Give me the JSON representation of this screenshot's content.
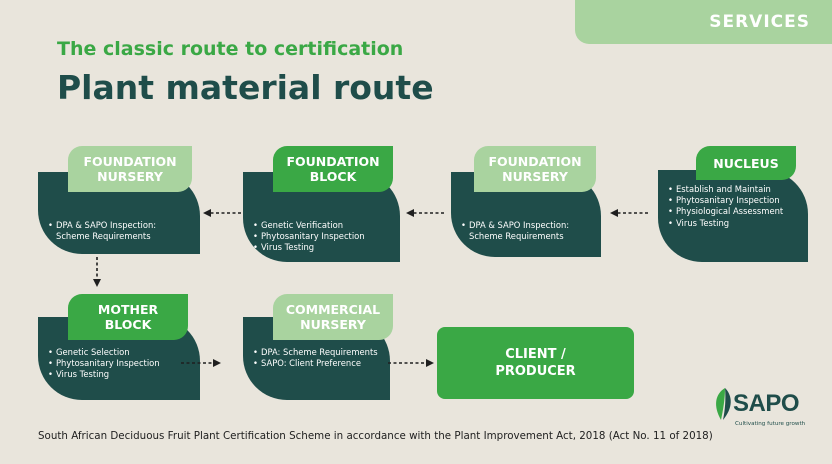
{
  "header": {
    "tab_label": "SERVICES",
    "subtitle": "The classic route to certification",
    "title": "Plant material route"
  },
  "nodes": {
    "foundation_nursery_1": {
      "label_line1": "FOUNDATION",
      "label_line2": "NURSERY",
      "items": [
        "DPA & SAPO Inspection: Scheme Requirements"
      ]
    },
    "foundation_block": {
      "label_line1": "FOUNDATION",
      "label_line2": "BLOCK",
      "items": [
        "Genetic Verification",
        "Phytosanitary Inspection",
        "Virus Testing"
      ]
    },
    "foundation_nursery_2": {
      "label_line1": "FOUNDATION",
      "label_line2": "NURSERY",
      "items": [
        "DPA & SAPO Inspection: Scheme Requirements"
      ]
    },
    "nucleus": {
      "label_line1": "NUCLEUS",
      "items": [
        "Establish and Maintain",
        "Phytosanitary Inspection",
        "Physiological Assessment",
        "Virus Testing"
      ]
    },
    "mother_block": {
      "label_line1": "MOTHER",
      "label_line2": "BLOCK",
      "items": [
        "Genetic Selection",
        "Phytosanitary Inspection",
        "Virus Testing"
      ]
    },
    "commercial_nursery": {
      "label_line1": "COMMERCIAL",
      "label_line2": "NURSERY",
      "items": [
        "DPA: Scheme Requirements",
        "SAPO: Client Preference"
      ]
    },
    "client_producer": {
      "label_line1": "CLIENT /",
      "label_line2": "PRODUCER"
    }
  },
  "footer": {
    "text": "South African Deciduous Fruit Plant Certification Scheme in accordance with the Plant Improvement Act, 2018 (Act No. 11 of 2018)"
  },
  "logo": {
    "text": "SAPO",
    "tagline": "Cultivating future growth"
  },
  "colors": {
    "background": "#e9e5dc",
    "dark_teal": "#1f4d4a",
    "green": "#3aa845",
    "light_green": "#a9d39f"
  },
  "icons": [
    "dashed-arrow-icon",
    "sapo-leaf-icon"
  ]
}
